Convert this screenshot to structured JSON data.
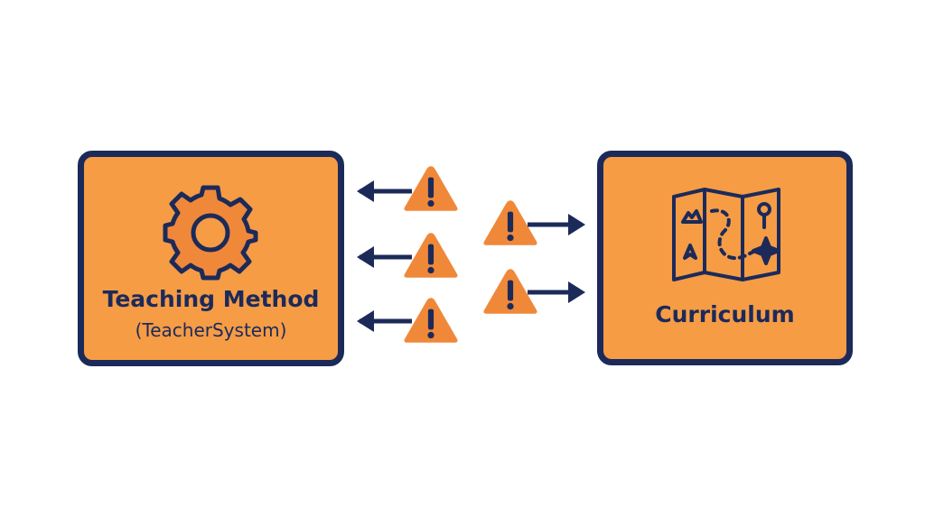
{
  "teaching_method": {
    "title": "Teaching Method",
    "subtitle": "(TeacherSystem)",
    "icon": "gear-icon"
  },
  "curriculum": {
    "title": "Curriculum",
    "icon": "map-icon"
  },
  "connectors": {
    "left_arrows": [
      "arrow-to-teaching-method",
      "arrow-to-teaching-method",
      "arrow-to-teaching-method"
    ],
    "right_arrows": [
      "arrow-to-curriculum",
      "arrow-to-curriculum"
    ],
    "warning_glyph": "!",
    "colors": {
      "arrow": "#1c2a5a",
      "warning_fill": "#f0883a",
      "box_fill": "#f59c45",
      "border": "#1c2a5a"
    }
  }
}
